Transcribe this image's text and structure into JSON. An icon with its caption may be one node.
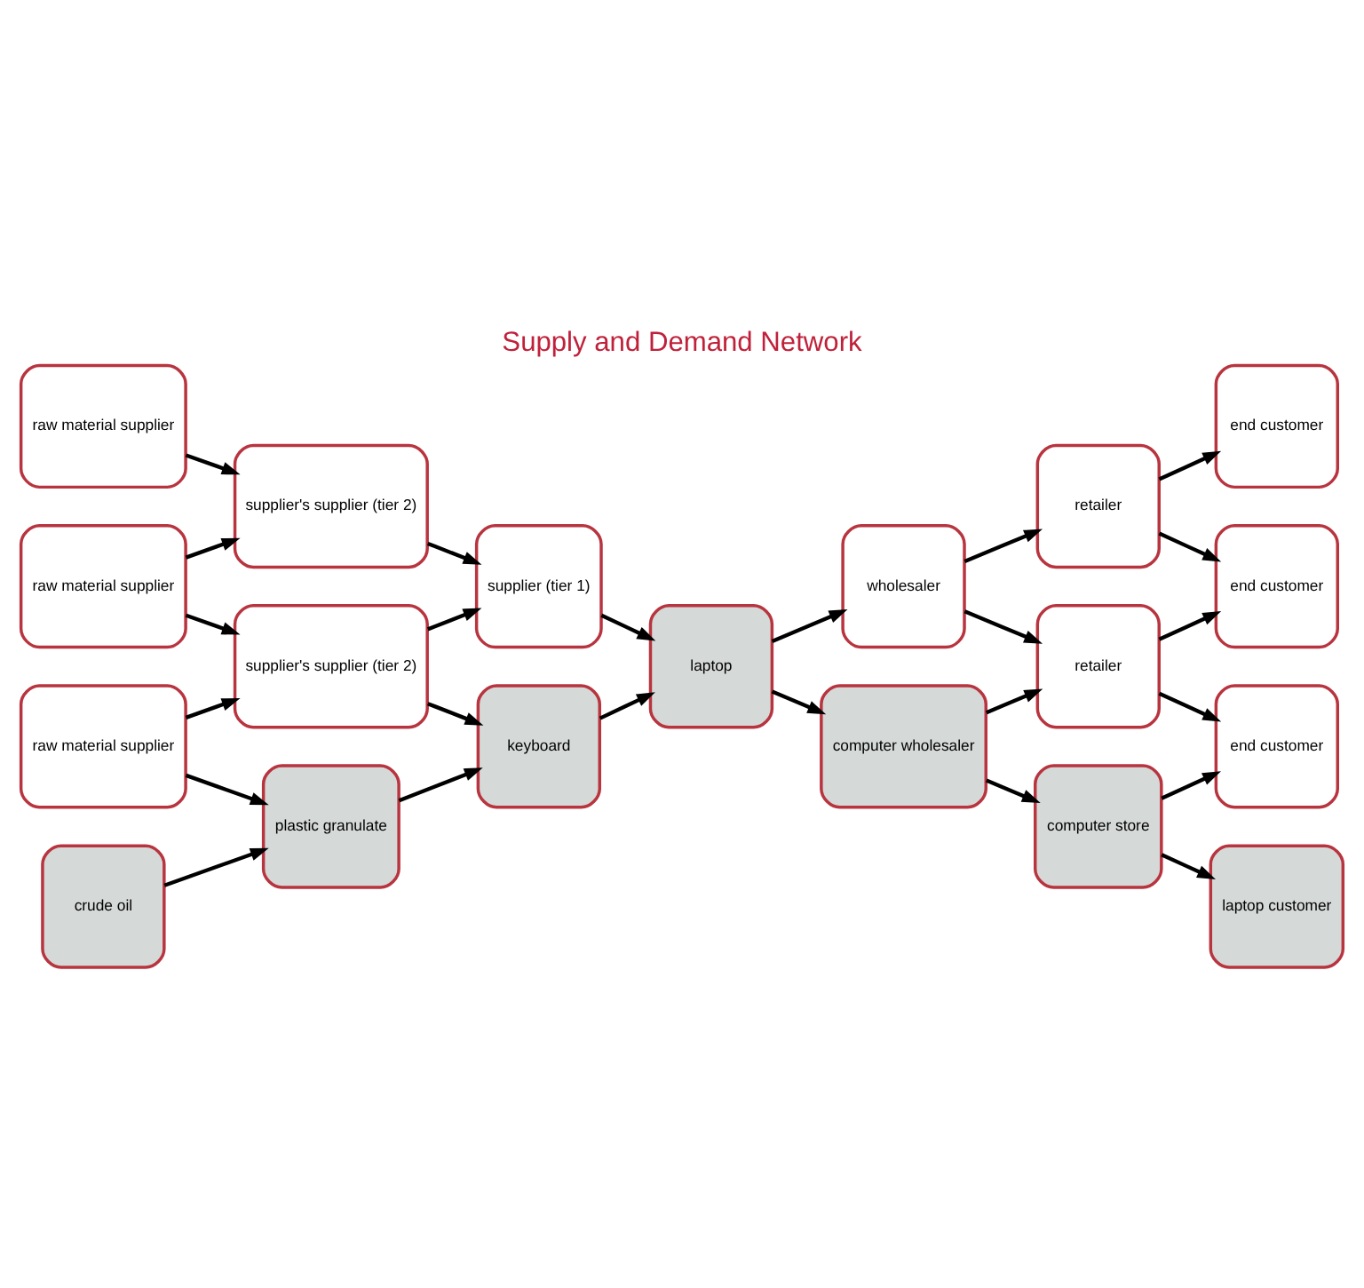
{
  "diagram": {
    "title": "Supply and Demand Network",
    "nodes": [
      {
        "text": [
          "raw material supplier"
        ]
      },
      {
        "text": [
          "raw material supplier"
        ]
      },
      {
        "text": [
          "raw material supplier"
        ]
      },
      {
        "text": [
          "crude oil"
        ]
      },
      {
        "text": [
          "supplier's supplier (tier 2)"
        ]
      },
      {
        "text": [
          "supplier's supplier (tier 2)"
        ]
      },
      {
        "text": [
          "plastic granulate"
        ]
      },
      {
        "text": [
          "supplier (tier 1)"
        ]
      },
      {
        "text": [
          "keyboard"
        ]
      },
      {
        "text": [
          "laptop"
        ]
      },
      {
        "text": [
          "wholesaler"
        ]
      },
      {
        "text": [
          "computer wholesaler"
        ]
      },
      {
        "text": [
          "retailer"
        ]
      },
      {
        "text": [
          "retailer"
        ]
      },
      {
        "text": [
          "computer store"
        ]
      },
      {
        "text": [
          "end customer"
        ]
      },
      {
        "text": [
          "end customer"
        ]
      },
      {
        "text": [
          "end customer"
        ]
      },
      {
        "text": [
          "laptop customer"
        ]
      }
    ],
    "edges": [
      {
        "from": 0,
        "to": 4,
        "arrow": "to"
      },
      {
        "from": 1,
        "to": 4,
        "arrow": "to"
      },
      {
        "from": 1,
        "to": 5,
        "arrow": "to"
      },
      {
        "from": 2,
        "to": 5,
        "arrow": "to"
      },
      {
        "from": 2,
        "to": 6,
        "arrow": "to"
      },
      {
        "from": 3,
        "to": 6,
        "arrow": "to"
      },
      {
        "from": 4,
        "to": 7,
        "arrow": "to"
      },
      {
        "from": 5,
        "to": 7,
        "arrow": "to"
      },
      {
        "from": 5,
        "to": 8,
        "arrow": "to"
      },
      {
        "from": 6,
        "to": 8,
        "arrow": "to"
      },
      {
        "from": 7,
        "to": 9,
        "arrow": "to"
      },
      {
        "from": 8,
        "to": 9,
        "arrow": "to"
      },
      {
        "from": 9,
        "to": 10,
        "arrow": "to"
      },
      {
        "from": 9,
        "to": 11,
        "arrow": "to"
      },
      {
        "from": 10,
        "to": 12,
        "arrow": "to"
      },
      {
        "from": 10,
        "to": 13,
        "arrow": "to"
      },
      {
        "from": 11,
        "to": 13,
        "arrow": "to"
      },
      {
        "from": 11,
        "to": 14,
        "arrow": "to"
      },
      {
        "from": 12,
        "to": 15,
        "arrow": "to"
      },
      {
        "from": 12,
        "to": 16,
        "arrow": "to"
      },
      {
        "from": 13,
        "to": 16,
        "arrow": "to"
      },
      {
        "from": 13,
        "to": 17,
        "arrow": "to"
      },
      {
        "from": 14,
        "to": 17,
        "arrow": "to"
      },
      {
        "from": 14,
        "to": 18,
        "arrow": "to"
      }
    ]
  }
}
